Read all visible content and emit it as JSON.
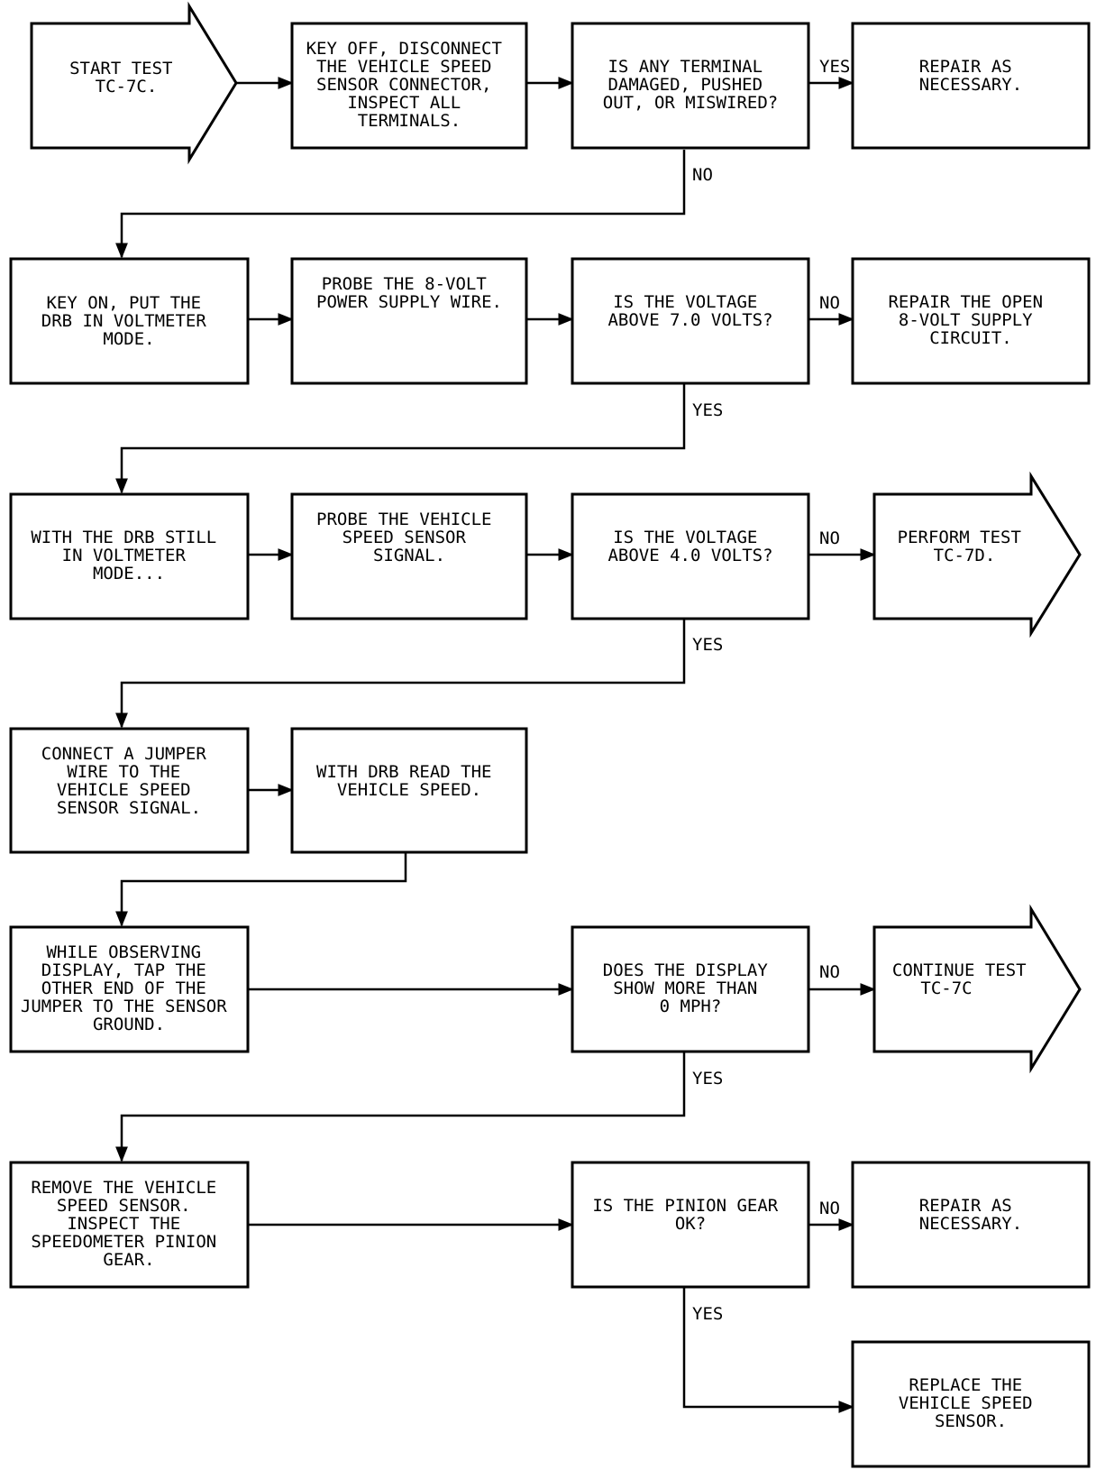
{
  "diagram": {
    "type": "flowchart",
    "nodes": {
      "start": [
        "START TEST",
        "TC-7C."
      ],
      "key_off": [
        "KEY OFF, DISCONNECT",
        "THE VEHICLE SPEED",
        "SENSOR CONNECTOR,",
        "INSPECT ALL",
        "TERMINALS."
      ],
      "terminal_q": [
        "IS ANY TERMINAL",
        "DAMAGED, PUSHED",
        "OUT, OR MISWIRED?"
      ],
      "repair1": [
        "REPAIR AS",
        "NECESSARY."
      ],
      "key_on": [
        "KEY ON, PUT THE",
        "DRB IN VOLTMETER",
        "MODE."
      ],
      "probe_8v": [
        "PROBE THE 8-VOLT",
        "POWER SUPPLY WIRE."
      ],
      "voltage7_q": [
        "IS THE VOLTAGE",
        "ABOVE 7.0 VOLTS?"
      ],
      "repair_open": [
        "REPAIR THE OPEN",
        "8-VOLT SUPPLY",
        "CIRCUIT."
      ],
      "with_drb": [
        "WITH THE DRB STILL",
        "IN VOLTMETER",
        "MODE..."
      ],
      "probe_vss": [
        "PROBE THE VEHICLE",
        "SPEED SENSOR",
        "SIGNAL."
      ],
      "voltage4_q": [
        "IS THE VOLTAGE",
        "ABOVE 4.0 VOLTS?"
      ],
      "perform_7d": [
        "PERFORM TEST",
        "TC-7D."
      ],
      "connect_jumper": [
        "CONNECT A JUMPER",
        "WIRE TO THE",
        "VEHICLE SPEED",
        "SENSOR SIGNAL."
      ],
      "read_speed": [
        "WITH DRB READ THE",
        "VEHICLE SPEED."
      ],
      "tap_jumper": [
        "WHILE OBSERVING",
        "DISPLAY, TAP THE",
        "OTHER END OF THE",
        "JUMPER TO THE SENSOR",
        "GROUND."
      ],
      "display_q": [
        "DOES THE DISPLAY",
        "SHOW MORE THAN",
        "0 MPH?"
      ],
      "continue_7c": [
        "CONTINUE TEST",
        "TC-7C"
      ],
      "remove_vss": [
        "REMOVE THE VEHICLE",
        "SPEED SENSOR.",
        "INSPECT THE",
        "SPEEDOMETER PINION",
        "GEAR."
      ],
      "pinion_q": [
        "IS THE PINION GEAR",
        "OK?"
      ],
      "repair2": [
        "REPAIR AS",
        "NECESSARY."
      ],
      "replace_vss": [
        "REPLACE THE",
        "VEHICLE SPEED",
        "SENSOR."
      ]
    },
    "edge_labels": {
      "terminal_yes": "YES",
      "terminal_no": "NO",
      "v7_no": "NO",
      "v7_yes": "YES",
      "v4_no": "NO",
      "v4_yes": "YES",
      "display_no": "NO",
      "display_yes": "YES",
      "pinion_no": "NO",
      "pinion_yes": "YES"
    }
  }
}
